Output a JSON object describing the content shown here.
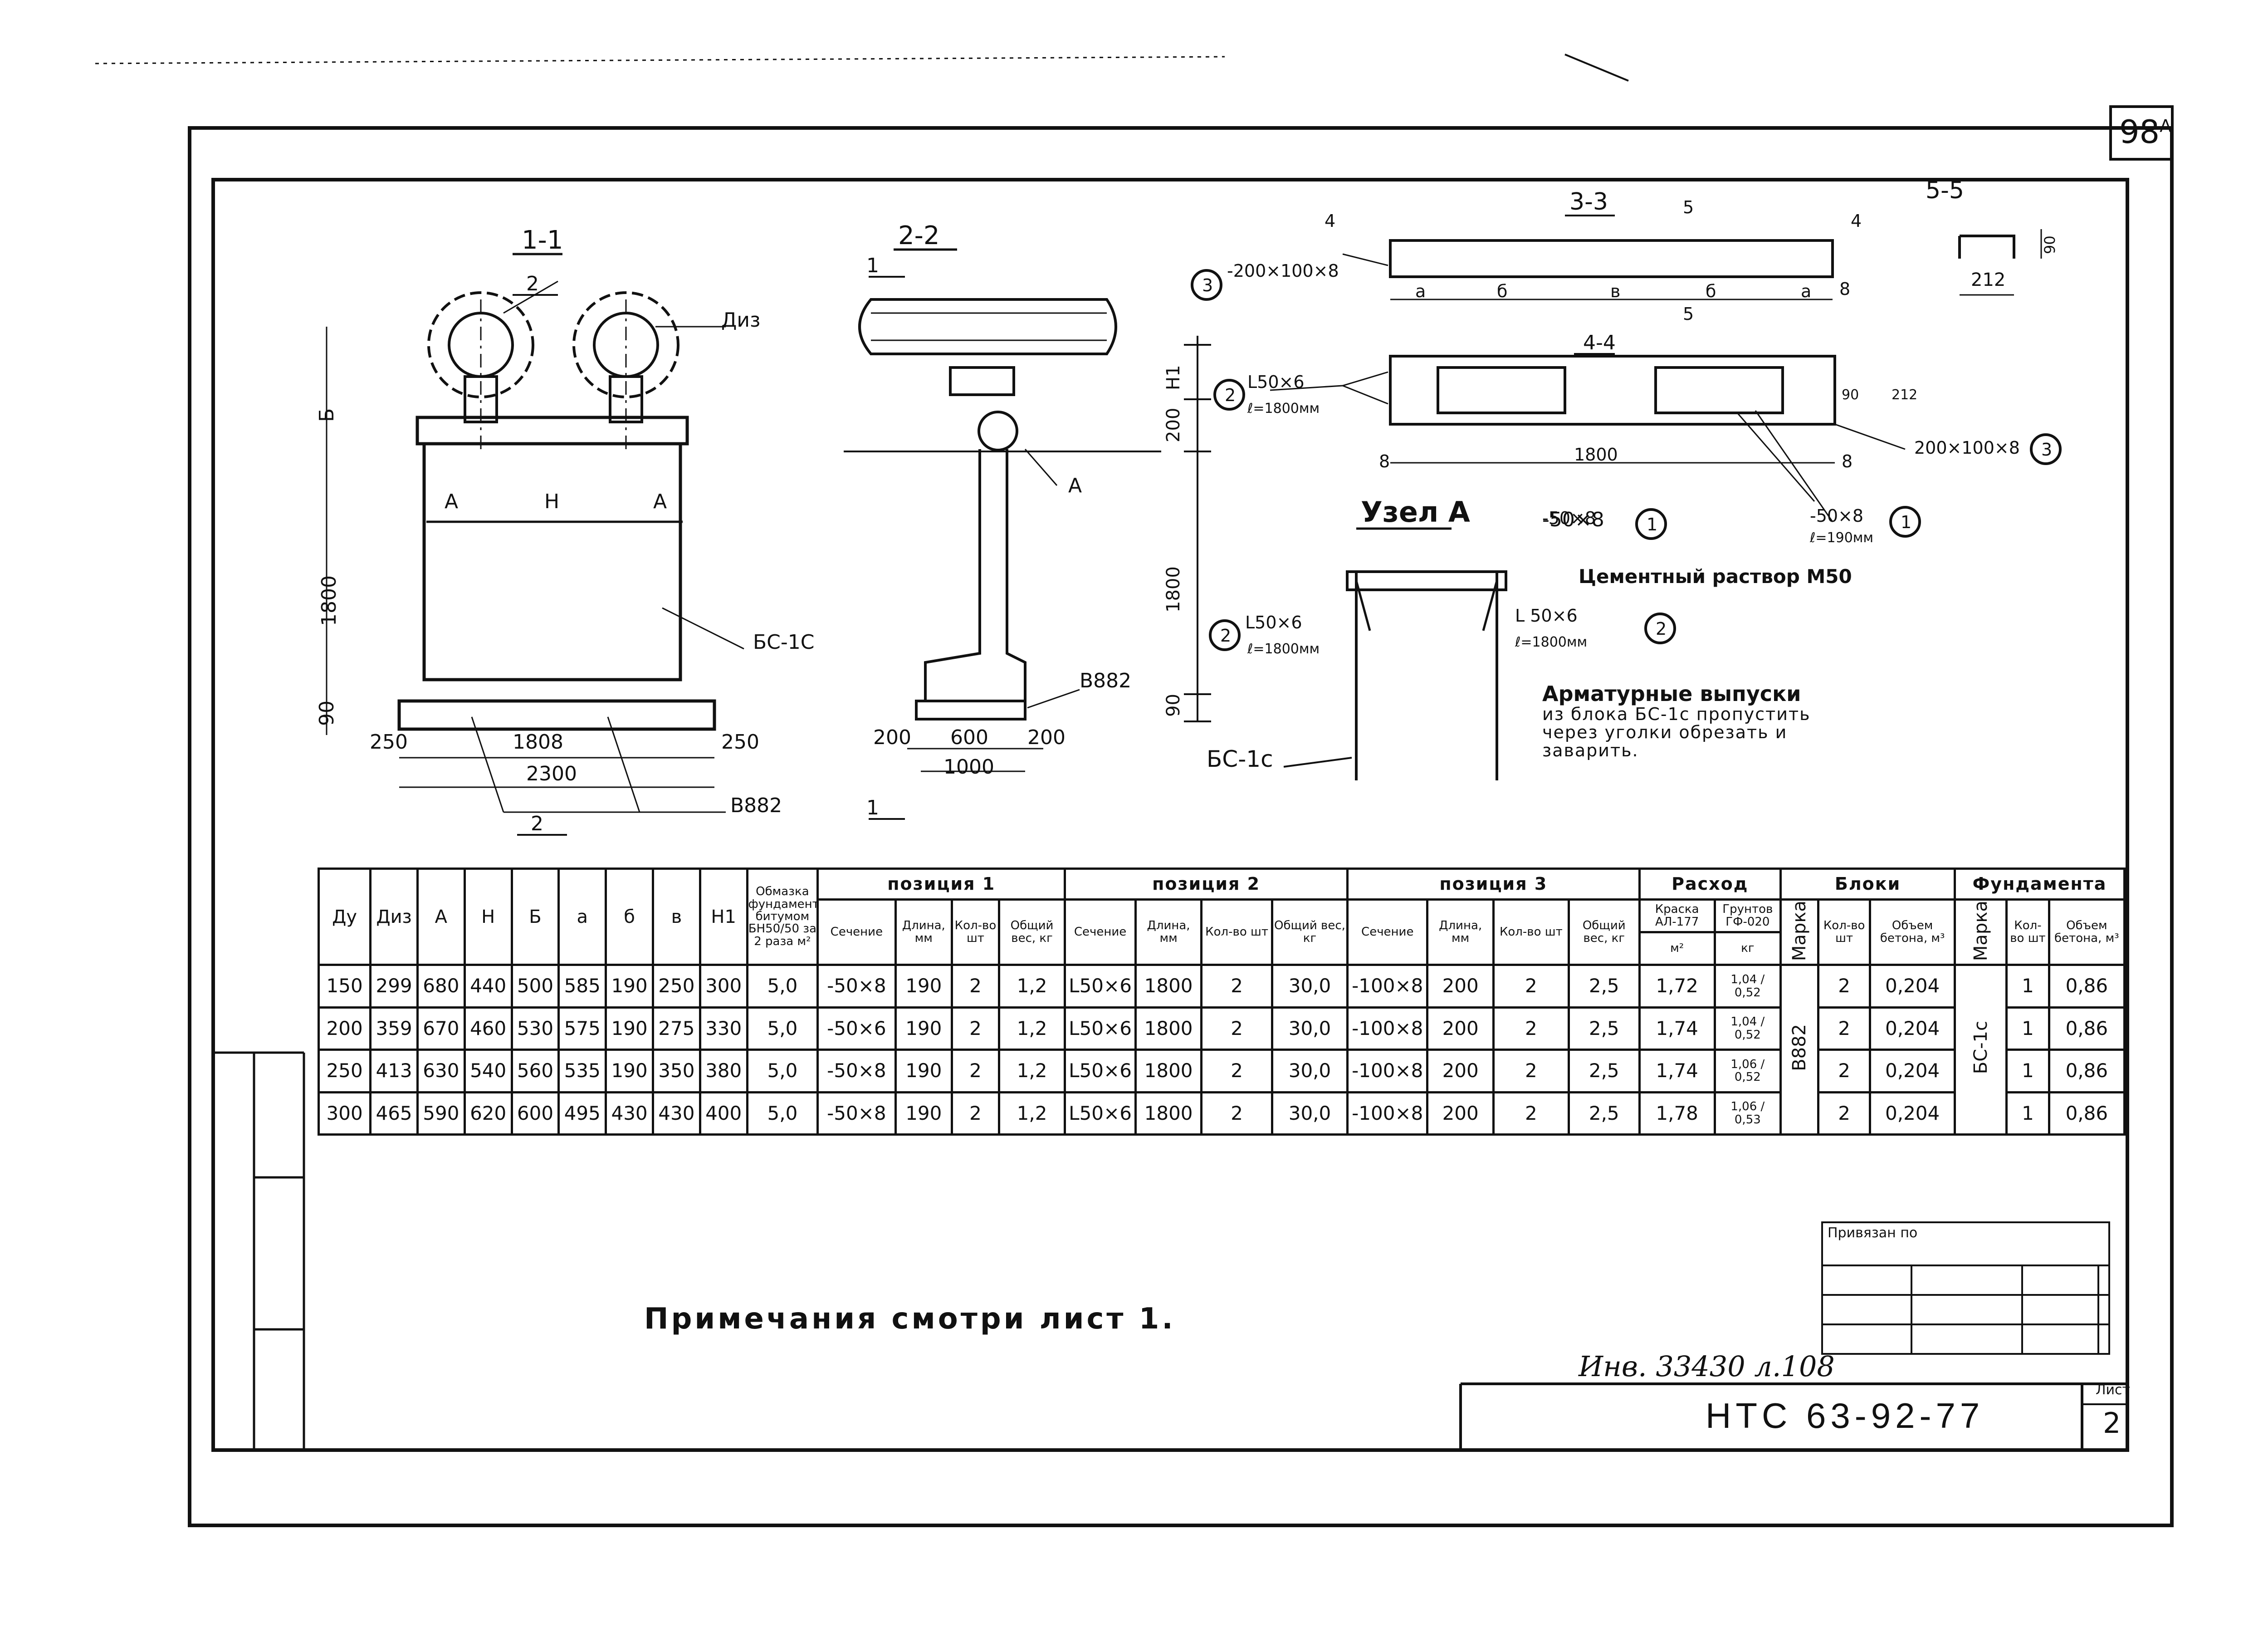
{
  "page_number": "98",
  "page_number_sup": "А",
  "sections": {
    "s11": "1-1",
    "s22": "2-2",
    "s33": "3-3",
    "s44": "4-4",
    "s55": "5-5",
    "node": "Узел А"
  },
  "drawing_labels": {
    "d_iz": "Диз",
    "bs1c": "БС-1С",
    "bs1c_b": "БС-1с",
    "v882": "В882",
    "A": "А",
    "H": "Н",
    "H1": "Н1",
    "Bb": "Б",
    "dim_1808": "1808",
    "dim_2300": "2300",
    "dim_250": "250",
    "dim_90": "90",
    "dim_1800": "1800",
    "dim_200": "200",
    "dim_600": "600",
    "dim_1000": "1000",
    "dim_212": "212",
    "dim_90b": "90",
    "dim_1800b": "1800",
    "pos3_label": "-200×100×8",
    "pos3_label_b": "200×100×8",
    "pos2_label": "L50×6",
    "pos2_len": "ℓ=1800мм",
    "pos2_label_b": "L 50×6",
    "pos1_label": "-50×8",
    "pos1_len": "ℓ=190мм",
    "cement": "Цементный раствор М50",
    "armature_title": "Арматурные выпуски",
    "armature_text": "из блока БС-1с пропустить через уголки обрезать и заварить.",
    "seg_a": "а",
    "seg_b": "б",
    "seg_v": "в",
    "num1": "1",
    "num2": "2",
    "num3": "3",
    "mark4": "4",
    "mark5": "5",
    "mark8": "8",
    "ar_h1": "1",
    "ar_h2": "2"
  },
  "table": {
    "col_headers": [
      "Ду",
      "Диз",
      "А",
      "Н",
      "Б",
      "а",
      "б",
      "в",
      "Н1"
    ],
    "coating_header": "Обмазка фундамента битумом БН50/50 за 2 раза м²",
    "groups": {
      "pos1": "позиция 1",
      "pos2": "позиция 2",
      "pos3": "позиция 3",
      "consumption": "Расход",
      "blocks": "Блоки",
      "foundation": "Фундамента"
    },
    "sub": {
      "section": "Сечение",
      "length": "Длина, мм",
      "qty": "Кол-во шт",
      "weight": "Общий вес, кг",
      "paint": "Краска АЛ-177",
      "primer": "Грунтов ГФ-020",
      "m2": "м²",
      "kg": "кг",
      "mark": "Марка",
      "pcs": "шт",
      "volume": "Объем бетона, м³"
    },
    "block_mark": "В882",
    "found_mark": "БС-1с",
    "rows": [
      {
        "du": "150",
        "diz": "299",
        "a": "680",
        "h": "440",
        "b": "500",
        "sa": "585",
        "sb": "190",
        "sv": "250",
        "h1": "300",
        "coat": "5,0",
        "p1s": "-50×8",
        "p1l": "190",
        "p1q": "2",
        "p1w": "1,2",
        "p2s": "L50×6",
        "p2l": "1800",
        "p2q": "2",
        "p2w": "30,0",
        "p3s": "-100×8",
        "p3l": "200",
        "p3q": "2",
        "p3w": "2,5",
        "paint": "1,72",
        "primer_a": "1,04",
        "primer_b": "0,52",
        "bq": "2",
        "bv": "0,204",
        "fq": "1",
        "fv": "0,86"
      },
      {
        "du": "200",
        "diz": "359",
        "a": "670",
        "h": "460",
        "b": "530",
        "sa": "575",
        "sb": "190",
        "sv": "275",
        "h1": "330",
        "coat": "5,0",
        "p1s": "-50×6",
        "p1l": "190",
        "p1q": "2",
        "p1w": "1,2",
        "p2s": "L50×6",
        "p2l": "1800",
        "p2q": "2",
        "p2w": "30,0",
        "p3s": "-100×8",
        "p3l": "200",
        "p3q": "2",
        "p3w": "2,5",
        "paint": "1,74",
        "primer_a": "1,04",
        "primer_b": "0,52",
        "bq": "2",
        "bv": "0,204",
        "fq": "1",
        "fv": "0,86"
      },
      {
        "du": "250",
        "diz": "413",
        "a": "630",
        "h": "540",
        "b": "560",
        "sa": "535",
        "sb": "190",
        "sv": "350",
        "h1": "380",
        "coat": "5,0",
        "p1s": "-50×8",
        "p1l": "190",
        "p1q": "2",
        "p1w": "1,2",
        "p2s": "L50×6",
        "p2l": "1800",
        "p2q": "2",
        "p2w": "30,0",
        "p3s": "-100×8",
        "p3l": "200",
        "p3q": "2",
        "p3w": "2,5",
        "paint": "1,74",
        "primer_a": "1,06",
        "primer_b": "0,52",
        "bq": "2",
        "bv": "0,204",
        "fq": "1",
        "fv": "0,86"
      },
      {
        "du": "300",
        "diz": "465",
        "a": "590",
        "h": "620",
        "b": "600",
        "sa": "495",
        "sb": "430",
        "sv": "430",
        "h1": "400",
        "coat": "5,0",
        "p1s": "-50×8",
        "p1l": "190",
        "p1q": "2",
        "p1w": "1,2",
        "p2s": "L50×6",
        "p2l": "1800",
        "p2q": "2",
        "p2w": "30,0",
        "p3s": "-100×8",
        "p3l": "200",
        "p3q": "2",
        "p3w": "2,5",
        "paint": "1,78",
        "primer_a": "1,06",
        "primer_b": "0,53",
        "bq": "2",
        "bv": "0,204",
        "fq": "1",
        "fv": "0,86"
      }
    ]
  },
  "stamp": {
    "title": "Привязан по"
  },
  "note": "Примечания смотри лист 1.",
  "inventory": "Инв. 33430 л.108",
  "doc_code": "НТС 63-92-77",
  "sheet_label": "Лист",
  "sheet_number": "2"
}
